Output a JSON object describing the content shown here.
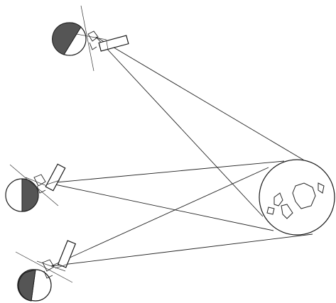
{
  "diagram": {
    "type": "satellite-reflection-illustration",
    "elements": {
      "earth": {
        "shade": "none",
        "icon": "earth-globe-icon"
      },
      "spacecraft": [
        {
          "id": "spacecraft-top",
          "icon": "satellite-icon"
        },
        {
          "id": "spacecraft-middle",
          "icon": "satellite-icon"
        },
        {
          "id": "spacecraft-bottom",
          "icon": "satellite-icon"
        }
      ],
      "moons": [
        {
          "id": "moon-top",
          "icon": "moon-phase-icon"
        },
        {
          "id": "moon-middle",
          "icon": "moon-phase-icon"
        },
        {
          "id": "moon-bottom",
          "icon": "moon-phase-icon"
        }
      ]
    },
    "colors": {
      "line": "#222222",
      "shadow": "#555555",
      "background": "#ffffff"
    }
  }
}
